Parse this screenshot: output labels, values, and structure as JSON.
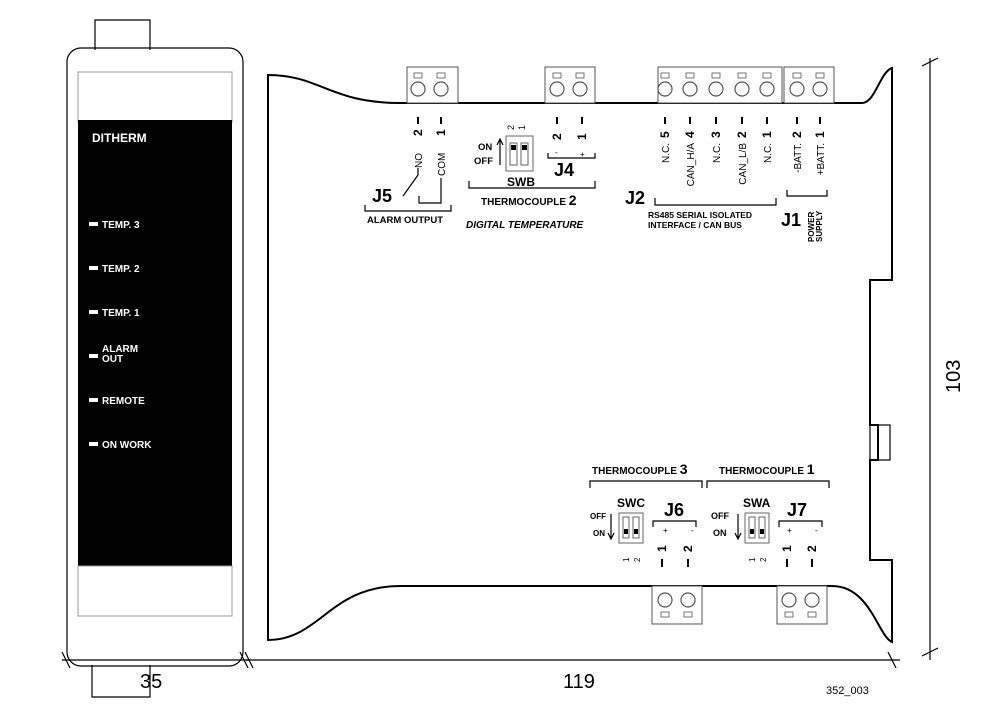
{
  "front_panel": {
    "brand": "DITHERM",
    "leds": [
      {
        "label": "TEMP. 3"
      },
      {
        "label": "TEMP. 2"
      },
      {
        "label": "TEMP. 1"
      },
      {
        "label_line1": "ALARM",
        "label_line2": "OUT"
      },
      {
        "label": "REMOTE"
      },
      {
        "label": "ON WORK"
      }
    ]
  },
  "top_connectors": {
    "j5": {
      "id": "J5",
      "caption": "ALARM OUTPUT",
      "pins": [
        {
          "name": "NO",
          "num": "2"
        },
        {
          "name": "COM",
          "num": "1"
        }
      ]
    },
    "swb": {
      "id": "SWB",
      "on": "ON",
      "off": "OFF",
      "positions": [
        "2",
        "1"
      ]
    },
    "j4": {
      "id": "J4",
      "pins": [
        {
          "num": "2",
          "pol": "-"
        },
        {
          "num": "1",
          "pol": "+"
        }
      ]
    },
    "thermocouple2": {
      "label": "THERMOCOUPLE",
      "num": "2"
    },
    "digital_temperature": "DIGITAL TEMPERATURE",
    "j2": {
      "id": "J2",
      "caption_line1": "RS485 SERIAL ISOLATED",
      "caption_line2": "INTERFACE / CAN BUS",
      "pins": [
        {
          "name": "N.C.",
          "num": "5"
        },
        {
          "name": "CAN_H/A",
          "num": "4"
        },
        {
          "name": "N.C.",
          "num": "3"
        },
        {
          "name": "CAN_L/B",
          "num": "2"
        },
        {
          "name": "N.C.",
          "num": "1"
        }
      ]
    },
    "j1": {
      "id": "J1",
      "caption_line1": "POWER",
      "caption_line2": "SUPPLY",
      "pins": [
        {
          "name": "-BATT.",
          "num": "2"
        },
        {
          "name": "+BATT.",
          "num": "1"
        }
      ]
    }
  },
  "bottom_connectors": {
    "thermocouple3": {
      "label": "THERMOCOUPLE",
      "num": "3"
    },
    "thermocouple1": {
      "label": "THERMOCOUPLE",
      "num": "1"
    },
    "swc": {
      "id": "SWC",
      "off": "OFF",
      "on": "ON",
      "positions": [
        "1",
        "2"
      ]
    },
    "swa": {
      "id": "SWA",
      "off": "OFF",
      "on": "ON",
      "positions": [
        "1",
        "2"
      ]
    },
    "j6": {
      "id": "J6",
      "pins": [
        {
          "num": "1",
          "pol": "+"
        },
        {
          "num": "2",
          "pol": "-"
        }
      ]
    },
    "j7": {
      "id": "J7",
      "pins": [
        {
          "num": "1",
          "pol": "+"
        },
        {
          "num": "2",
          "pol": "-"
        }
      ]
    }
  },
  "dimensions": {
    "width_front": "35",
    "width_side": "119",
    "height": "103"
  },
  "figure_code": "352_003"
}
